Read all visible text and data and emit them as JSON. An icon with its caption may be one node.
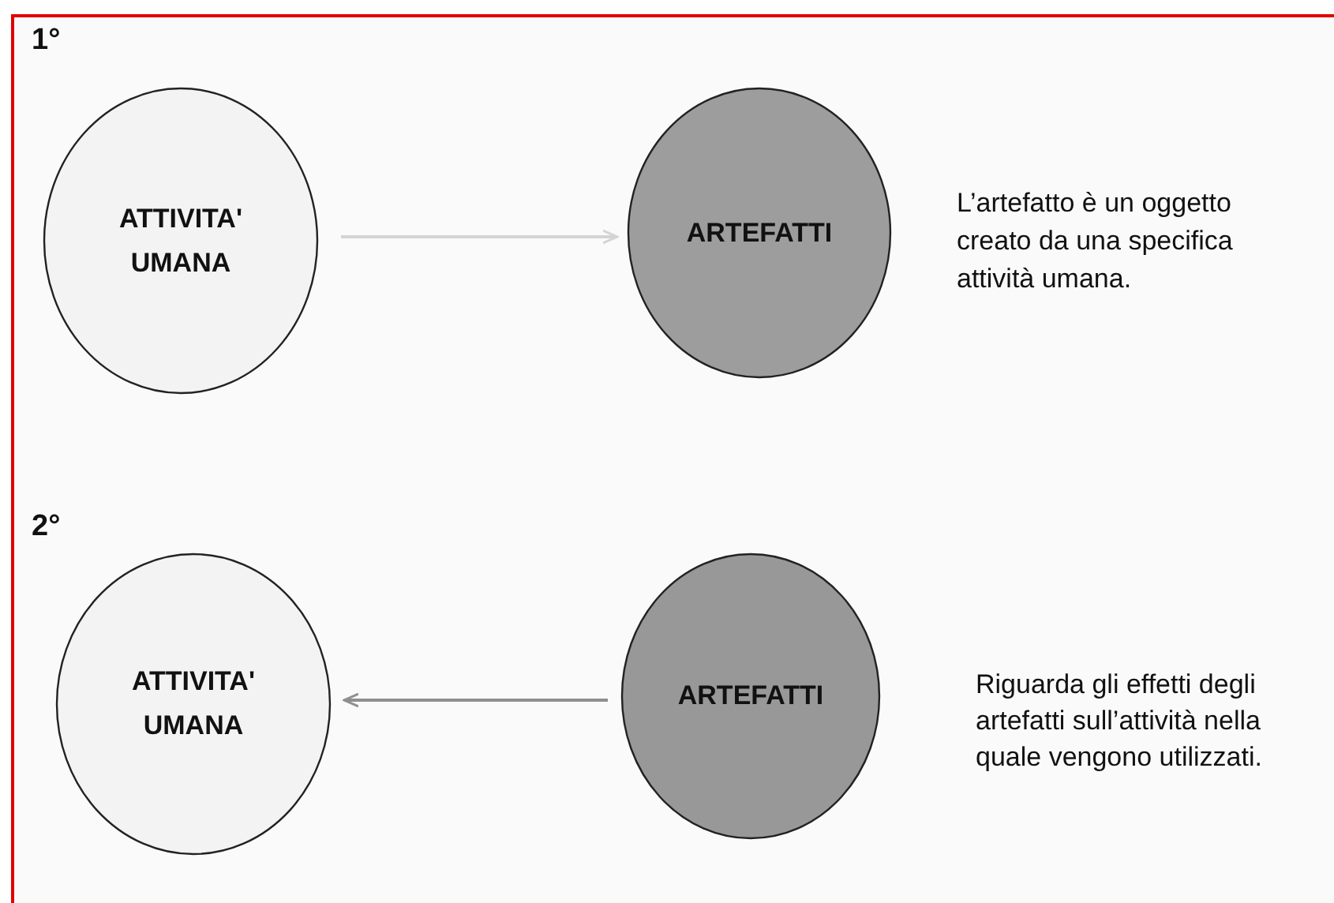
{
  "diagram": {
    "nodes": [
      {
        "text": [
          "ATTIVITA' UMANA"
        ]
      },
      {
        "text": [
          "ARTEFATTI"
        ]
      },
      {
        "text": [
          "ATTIVITA' UMANA"
        ]
      },
      {
        "text": [
          "ARTEFATTI"
        ]
      }
    ],
    "edges": [
      {
        "from": 0,
        "to": 1,
        "arrow": "to",
        "color": "#d4d4d4"
      },
      {
        "from": 3,
        "to": 2,
        "arrow": "to",
        "color": "#8f8f8f"
      }
    ],
    "labels": [
      "1°",
      "L’artefatto è un oggetto creato da una specifica attività umana.",
      "2°",
      "Riguarda gli effetti degli artefatti sull’attività nella quale vengono utilizzati."
    ]
  }
}
